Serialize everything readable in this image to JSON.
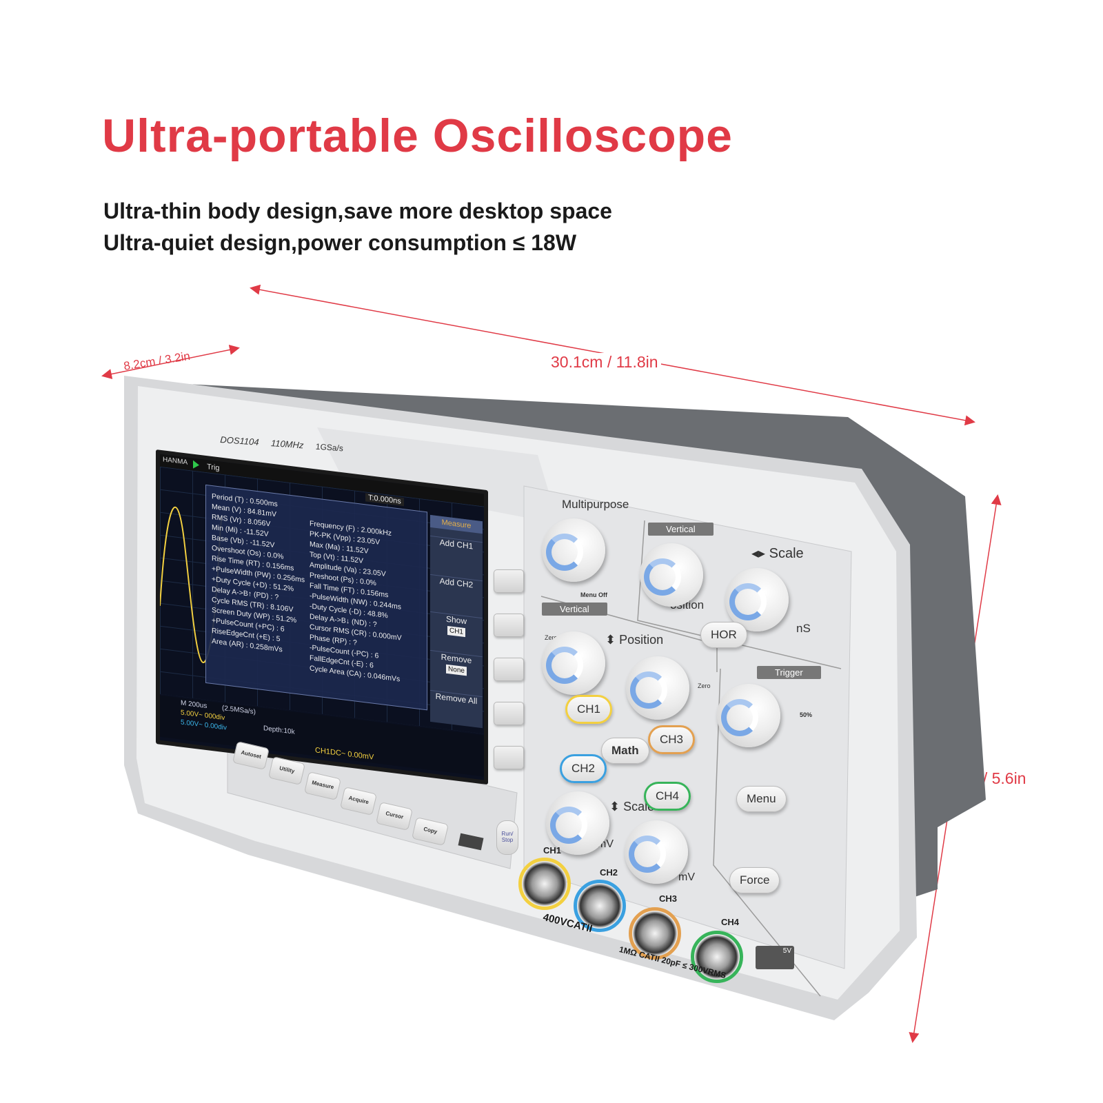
{
  "colors": {
    "accent_red": "#e03a46",
    "ch1_yellow": "#f3d040",
    "ch2_blue": "#3aa0e0",
    "ch3_orange": "#e3a050",
    "ch4_green": "#37b45a",
    "knob_blue": "#7aa8e6"
  },
  "header": {
    "title": "Ultra-portable Oscilloscope",
    "line1": "Ultra-thin body design,save more desktop space",
    "line2": "Ultra-quiet design,power consumption ≤ 18W"
  },
  "dimensions": {
    "depth": "8.2cm / 3.2in",
    "width": "30.1cm / 11.8in",
    "height": "14.4cm / 5.6in"
  },
  "device": {
    "model": "DOS1104",
    "bandwidth": "110MHz",
    "sample_rate": "1GSa/s",
    "screen": {
      "brand": "HANMA",
      "trig": "Trig",
      "trigger_time": "T:0.000ns",
      "measure_left": [
        "Period (T) : 0.500ms",
        "Mean (V) : 84.81mV",
        "RMS (Vr) : 8.056V",
        "Min (Mi) : -11.52V",
        "Base (Vb) : -11.52V",
        "Overshoot (Os) : 0.0%",
        "Rise Time (RT) : 0.156ms",
        "+PulseWidth (PW) : 0.256ms",
        "+Duty Cycle (+D) : 51.2%",
        "Delay A->B↑ (PD) : ?",
        "Cycle RMS (TR) : 8.106V",
        "Screen Duty (WP) : 51.2%",
        "+PulseCount (+PC) : 6",
        "RiseEdgeCnt (+E) : 5",
        "Area (AR) : 0.258mVs"
      ],
      "measure_right": [
        "Frequency (F) : 2.000kHz",
        "PK-PK (Vpp) : 23.05V",
        "Max (Ma) : 11.52V",
        "Top (Vt) : 11.52V",
        "Amplitude (Va) : 23.05V",
        "Preshoot (Ps) : 0.0%",
        "Fall Time (FT) : 0.156ms",
        "-PulseWidth (NW) : 0.244ms",
        "-Duty Cycle (-D) : 48.8%",
        "Delay A->B↓ (ND) : ?",
        "Cursor RMS (CR) : 0.000mV",
        "Phase (RP) : ?",
        "-PulseCount (-PC) : 6",
        "FallEdgeCnt (-E) : 6",
        "Cycle Area (CA) : 0.046mVs"
      ],
      "menu": {
        "title": "Measure",
        "add_ch1": "Add CH1",
        "add_ch2": "Add CH2",
        "show": "Show",
        "show_value": "CH1",
        "remove": "Remove",
        "remove_value": "None",
        "remove_all": "Remove All"
      },
      "timebase": "M 200us",
      "sample_info": "(2.5MSa/s)",
      "ch1_row": "5.00V~   000div",
      "ch2_row": "5.00V~   0.00div",
      "depth": "Depth:10k",
      "trigger_info": "CH1DC~   0.00mV"
    },
    "panel": {
      "multipurpose": "Multipurpose",
      "menu_off": "Menu Off",
      "vertical_top": "Vertical",
      "scale_top": "◂▸ Scale",
      "position_top": "osition",
      "ns": "nS",
      "hor": "HOR",
      "vertical_left": "Vertical",
      "zero": "Zero",
      "position": "⬍ Position",
      "trigger": "Trigger",
      "fifty": "50%",
      "ch1": "CH1",
      "ch2": "CH2",
      "ch3": "CH3",
      "ch4": "CH4",
      "math": "Math",
      "menu": "Menu",
      "force": "Force",
      "scale": "⬍ Scale",
      "mv1": "mV",
      "mv2": "mV",
      "run_stop": "Run/ Stop"
    },
    "function_buttons": [
      "Autoset",
      "Utility",
      "Measure",
      "Acquire",
      "Cursor",
      "Copy"
    ],
    "inputs": {
      "ch1": "CH1",
      "ch2": "CH2",
      "ch3": "CH3",
      "ch4": "CH4",
      "cat_rating": "400VCATII",
      "impedance": "1MΩ CATII 20pF ≤ 300VRMS",
      "probe_comp": "5V"
    }
  }
}
